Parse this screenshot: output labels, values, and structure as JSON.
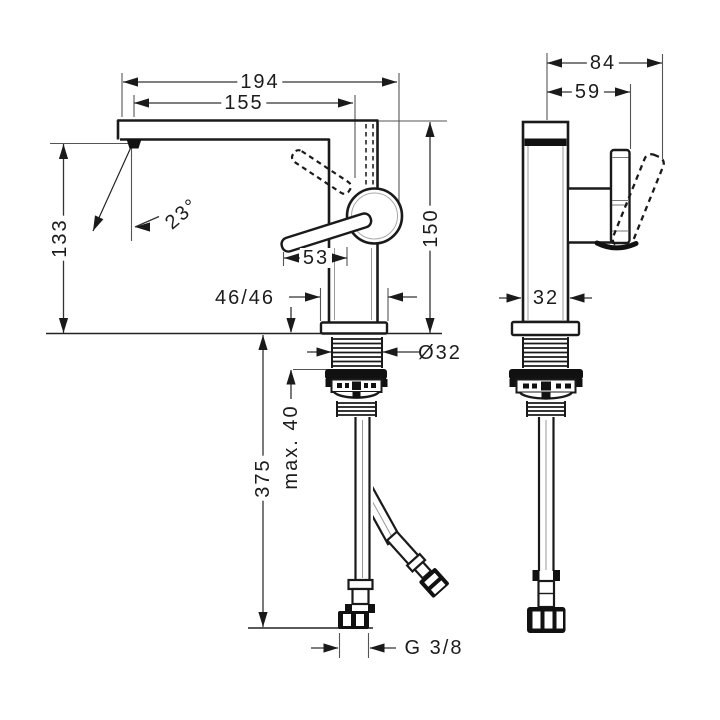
{
  "drawing": {
    "front_view": {
      "spout_reach_total": "194",
      "spout_reach_aerator": "155",
      "spout_height": "133",
      "spray_angle": "23°",
      "lever_projection": "53",
      "base_dimensions": "46/46",
      "body_height": "150",
      "shank_diameter": "Ø32",
      "max_mounting_depth": "max. 40",
      "hose_length": "375",
      "connection_thread": "G 3/8"
    },
    "side_view": {
      "overall_depth": "84",
      "lever_depth": "59",
      "body_width": "32"
    }
  }
}
